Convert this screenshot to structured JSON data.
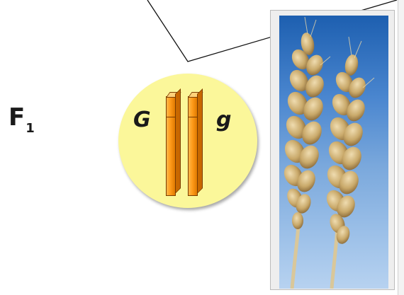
{
  "generation": {
    "letter": "F",
    "subscript": "1"
  },
  "alleles": {
    "left": "G",
    "right": "g"
  },
  "colors": {
    "cell_fill": "#fbf79a",
    "chromosome": "#ff9b1a",
    "sky": "#4a86cf",
    "wheat": "#c9a96a"
  },
  "icons": {
    "photo": "wheat-ears-photo"
  }
}
